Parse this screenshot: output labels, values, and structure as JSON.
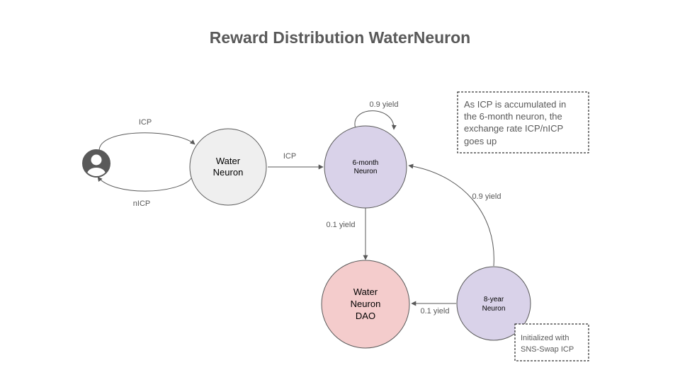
{
  "title": "Reward Distribution WaterNeuron",
  "colors": {
    "edge": "#595959",
    "water_neuron_fill": "#efefef",
    "six_month_fill": "#d9d2e9",
    "eight_year_fill": "#d9d2e9",
    "dao_fill": "#f4cccc",
    "user_icon": "#595959"
  },
  "nodes": {
    "user": {
      "icon": "user-avatar-icon"
    },
    "water_neuron": {
      "lines": [
        "Water",
        "Neuron"
      ]
    },
    "six_month": {
      "lines": [
        "6-month",
        "Neuron"
      ]
    },
    "eight_year": {
      "lines": [
        "8-year",
        "Neuron"
      ]
    },
    "dao": {
      "lines": [
        "Water",
        "Neuron",
        "DAO"
      ]
    }
  },
  "edges": {
    "user_to_water": "ICP",
    "water_to_user": "nICP",
    "water_to_six": "ICP",
    "six_self": "0.9 yield",
    "six_to_dao": "0.1 yield",
    "eight_to_six": "0.9 yield",
    "eight_to_dao": "0.1 yield"
  },
  "notes": {
    "exchange_rate": [
      "As ICP is accumulated in",
      "the 6-month neuron, the",
      "exchange rate ICP/nICP",
      "goes up"
    ],
    "initialized": [
      "Initialized with",
      "SNS-Swap ICP"
    ]
  }
}
